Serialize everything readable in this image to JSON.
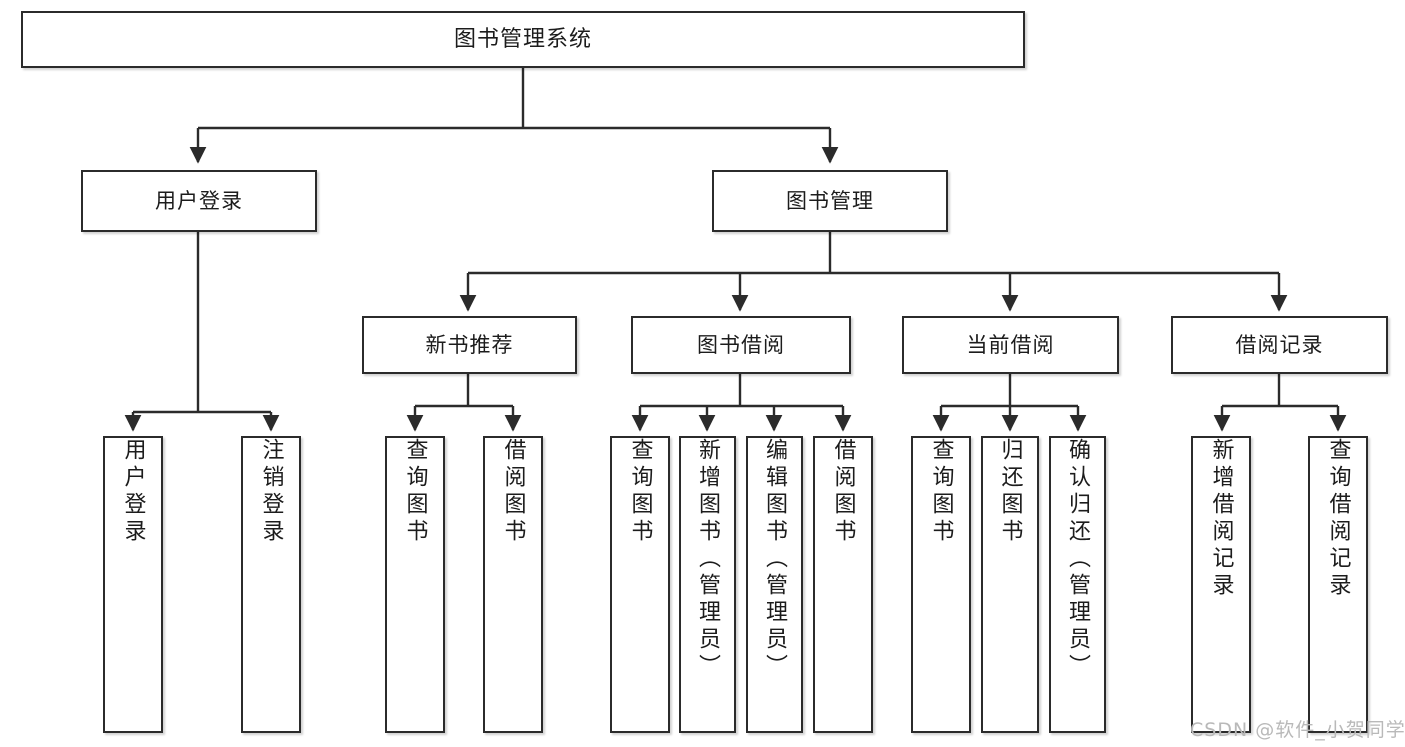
{
  "diagram": {
    "title": "图书管理系统",
    "orientation": "top-down-tree",
    "levels": {
      "root": {
        "label": "图书管理系统"
      },
      "level2": [
        {
          "label": "用户登录"
        },
        {
          "label": "图书管理"
        }
      ],
      "level3": [
        {
          "label": "新书推荐"
        },
        {
          "label": "图书借阅"
        },
        {
          "label": "当前借阅"
        },
        {
          "label": "借阅记录"
        }
      ],
      "leaves": {
        "user_login": [
          {
            "label": "用户登录"
          },
          {
            "label": "注销登录"
          }
        ],
        "new_book_recommend": [
          {
            "label": "查询图书"
          },
          {
            "label": "借阅图书"
          }
        ],
        "book_borrow": [
          {
            "label": "查询图书"
          },
          {
            "label": "新增图书（管理员）"
          },
          {
            "label": "编辑图书（管理员）"
          },
          {
            "label": "借阅图书"
          }
        ],
        "current_borrow": [
          {
            "label": "查询图书"
          },
          {
            "label": "归还图书"
          },
          {
            "label": "确认归还（管理员）"
          }
        ],
        "borrow_record": [
          {
            "label": "新增借阅记录"
          },
          {
            "label": "查询借阅记录"
          }
        ]
      }
    }
  },
  "watermark": {
    "text": "CSDN @软件_小贺同学"
  },
  "colors": {
    "border": "#2b2b2b",
    "line": "#2b2b2b",
    "text": "#1c1c1c",
    "background": "#ffffff",
    "watermark": "#b9b9b9"
  }
}
